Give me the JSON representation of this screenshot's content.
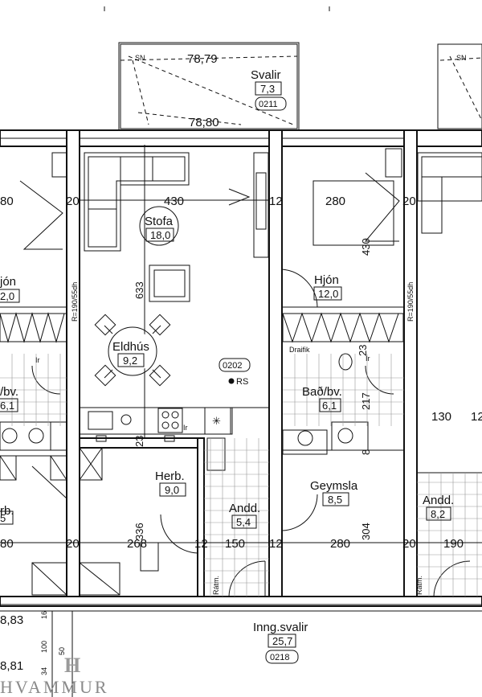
{
  "rooms": {
    "svalir": {
      "name": "Svalir",
      "area": "7,3",
      "code": "0211"
    },
    "stofa": {
      "name": "Stofa",
      "area": "18,0"
    },
    "eldhus": {
      "name": "Eldhús",
      "area": "9,2"
    },
    "hjon_left": {
      "name": "jón",
      "area": "2,0"
    },
    "hjon_right": {
      "name": "Hjón",
      "area": "12,0"
    },
    "bad_left": {
      "name": "/bv.",
      "area": "6,1"
    },
    "bad_right": {
      "name": "Bað/bv.",
      "area": "6,1"
    },
    "herb_left": {
      "name": "rb.",
      "area": "5"
    },
    "herb_mid": {
      "name": "Herb.",
      "area": "9,0"
    },
    "andd_mid": {
      "name": "Andd.",
      "area": "5,4"
    },
    "geymsla": {
      "name": "Geymsla",
      "area": "8,5"
    },
    "andd_right": {
      "name": "Andd.",
      "area": "8,2"
    },
    "inng": {
      "name": "Inng.svalir",
      "area": "25,7",
      "code": "0218"
    }
  },
  "unit": {
    "code": "0202",
    "rs": "RS"
  },
  "dimensions": {
    "d7879": "78,79",
    "d7880": "78,80",
    "d430": "430",
    "d280_top": "280",
    "d80_top": "80",
    "d20": "20",
    "d12": "12",
    "d633": "633",
    "d430v": "430",
    "d23_left": "23",
    "d23_right": "23",
    "d217": "217",
    "d336": "336",
    "d304": "304",
    "d268": "268",
    "d150": "150",
    "d280_bot": "280",
    "d80_bot": "80",
    "d130": "130",
    "d12_right": "12",
    "d190": "190",
    "d8": "8",
    "d7883": "8,83",
    "d7881": "8,81",
    "d100": "100",
    "d16": "16",
    "d50": "50",
    "d34": "34"
  },
  "labels": {
    "sn_left": "SN",
    "sn_right": "SN",
    "rh_left": "R=190/55dh",
    "rh_right": "R=190/55dh",
    "ir_left": "Ir",
    "ir_kitchen": "Ir",
    "ir_right": "Ir",
    "draifik": "Draifik",
    "ratm_left": "Rátm.",
    "ratm_right": "Rátm."
  },
  "logo": {
    "text": "HVAMMUR",
    "mark": "H"
  }
}
